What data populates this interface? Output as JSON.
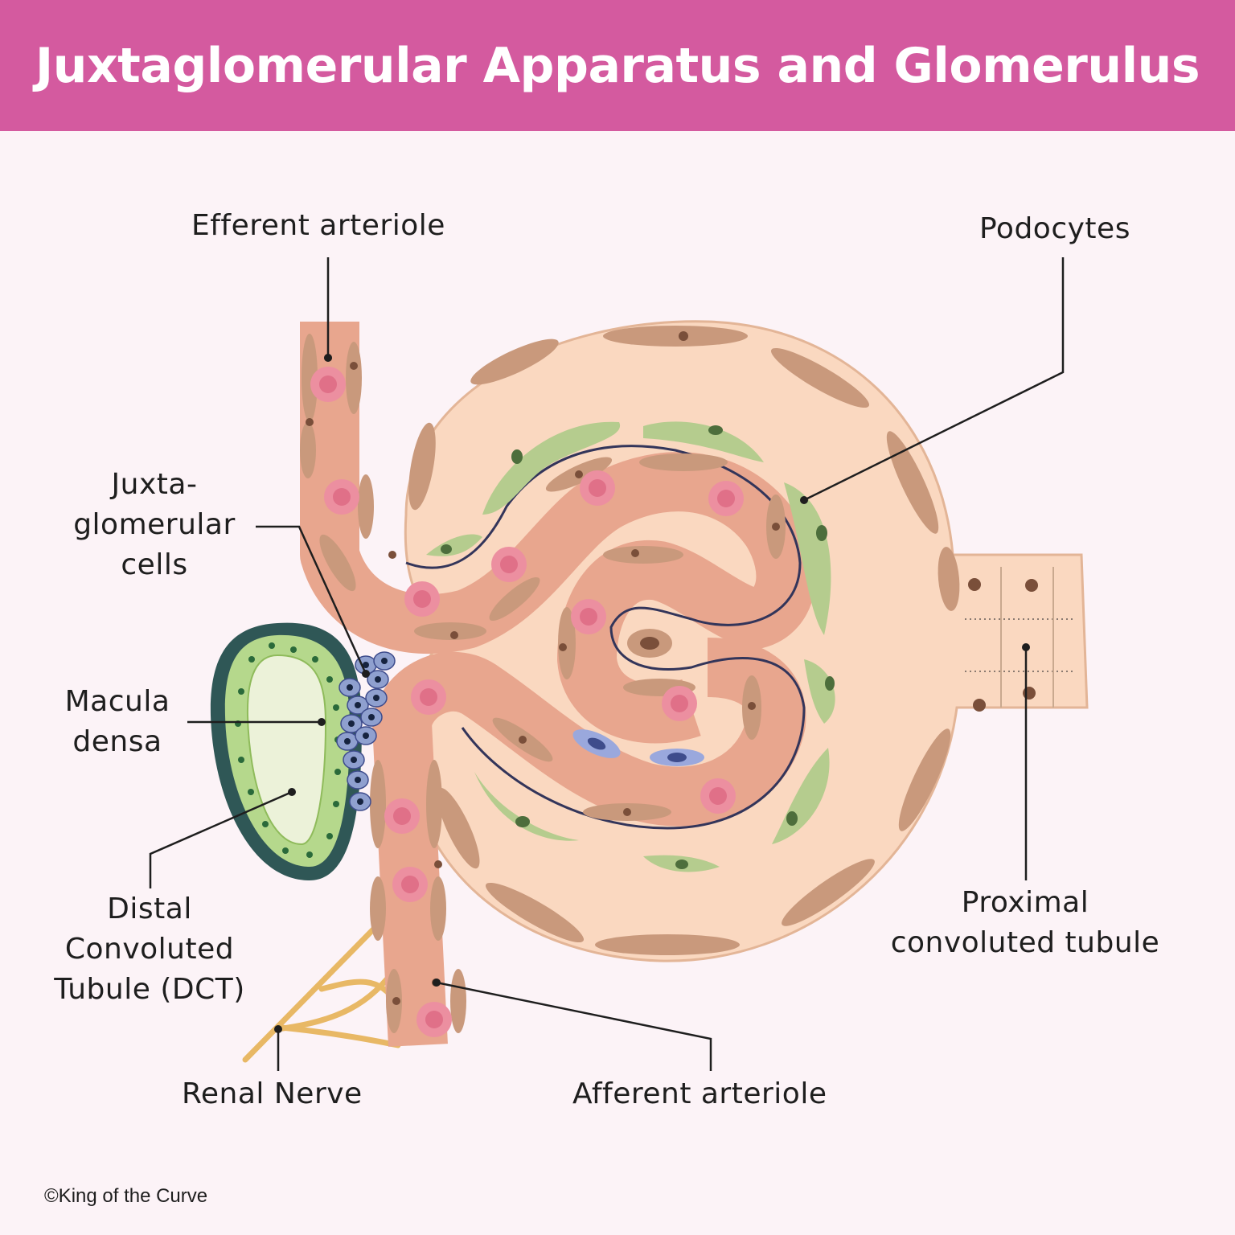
{
  "title": "Juxtaglomerular Apparatus and Glomerulus",
  "labels": {
    "efferent_arteriole": "Efferent arteriole",
    "podocytes": "Podocytes",
    "jg_cells_1": "Juxta-",
    "jg_cells_2": "glomerular",
    "jg_cells_3": "cells",
    "macula_densa_1": "Macula",
    "macula_densa_2": "densa",
    "dct_1": "Distal",
    "dct_2": "Convoluted",
    "dct_3": "Tubule (DCT)",
    "renal_nerve": "Renal Nerve",
    "afferent_arteriole": "Afferent arteriole",
    "pct_1": "Proximal",
    "pct_2": "convoluted tubule"
  },
  "credit": "©King of the Curve",
  "colors": {
    "header": "#d45a9f",
    "background": "#fcf3f7",
    "capsule": "#fad8c0",
    "vessel": "#e8a68e",
    "cell": "#c9997c",
    "podocyte": "#b5cc8e",
    "dct_border": "#2f5756",
    "jg_cell": "#8fa0cf",
    "nerve": "#e8b865"
  }
}
